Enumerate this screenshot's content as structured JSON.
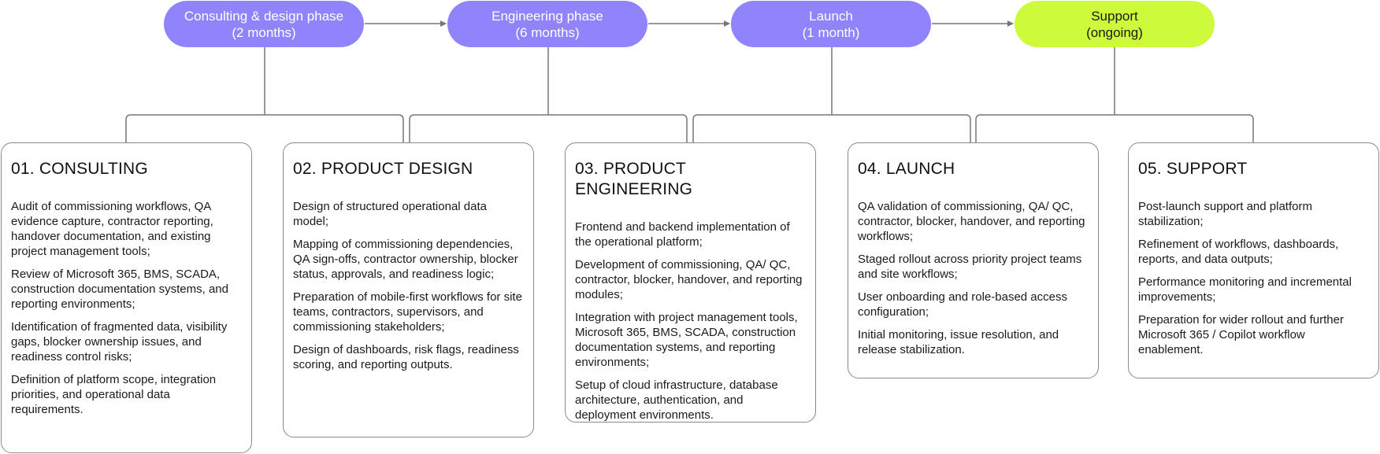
{
  "phases": [
    {
      "name": "Consulting & design phase",
      "duration": "(2 months)",
      "color": "#9183fb"
    },
    {
      "name": "Engineering phase",
      "duration": "(6 months)",
      "color": "#9183fb"
    },
    {
      "name": "Launch",
      "duration": "(1 month)",
      "color": "#9183fb"
    },
    {
      "name": "Support",
      "duration": "(ongoing)",
      "color": "#cdfa3a"
    }
  ],
  "stages": [
    {
      "title": "01. CONSULTING",
      "items": [
        "Audit of commissioning workflows, QA evidence capture, contractor reporting, handover documentation, and existing project management tools;",
        "Review of Microsoft 365, BMS, SCADA, construction documentation systems, and reporting environments;",
        "Identification of fragmented data, visibility gaps, blocker ownership issues, and readiness control risks;",
        "Definition of platform scope, integration priorities, and operational data requirements."
      ]
    },
    {
      "title": "02. PRODUCT DESIGN",
      "items": [
        "Design of structured operational data model;",
        "Mapping of commissioning dependencies, QA sign-offs, contractor ownership, blocker status, approvals, and readiness logic;",
        "Preparation of mobile-first workflows for site teams, contractors, supervisors, and commissioning stakeholders;",
        "Design of dashboards, risk flags, readiness scoring, and reporting outputs."
      ]
    },
    {
      "title": "03. PRODUCT ENGINEERING",
      "items": [
        "Frontend and backend implementation of the operational platform;",
        "Development of commissioning, QA/ QC, contractor, blocker, handover, and reporting modules;",
        "Integration with project management tools, Microsoft 365, BMS, SCADA, construction documentation systems, and reporting environments;",
        "Setup of cloud infrastructure, database architecture, authentication, and deployment environments."
      ]
    },
    {
      "title": "04. LAUNCH",
      "items": [
        "QA validation of commissioning, QA/ QC, contractor, blocker, handover, and reporting workflows;",
        "Staged rollout across priority project teams and site workflows;",
        "User onboarding and role-based access configuration;",
        "Initial monitoring, issue resolution, and release stabilization."
      ]
    },
    {
      "title": "05. SUPPORT",
      "items": [
        "Post-launch support and platform stabilization;",
        "Refinement of workflows, dashboards, reports, and data outputs;",
        "Performance monitoring and incremental improvements;",
        "Preparation for wider rollout and further Microsoft 365 / Copilot workflow enablement."
      ]
    }
  ]
}
